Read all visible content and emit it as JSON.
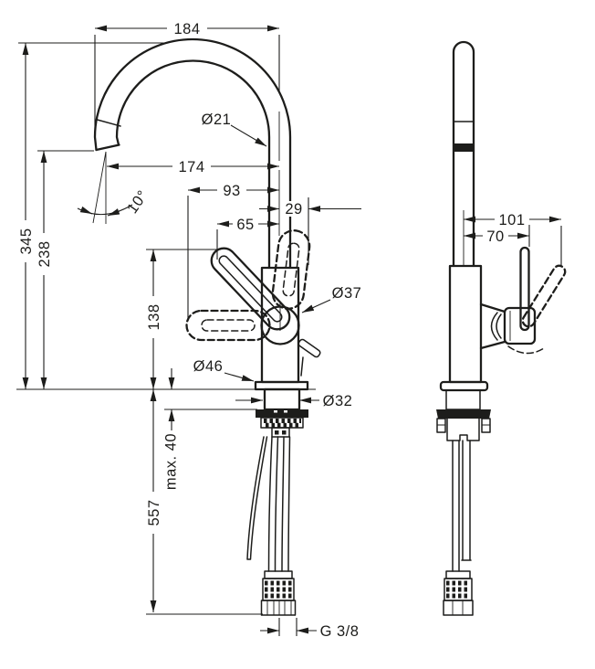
{
  "dimensions": {
    "top_width": "184",
    "spout_reach": "174",
    "handle_swivel_reach": "93",
    "center_offset": "29",
    "handle_reach": "65",
    "overall_height": "345",
    "spout_height": "238",
    "handle_height": "138",
    "spout_pipe_diameter": "Ø21",
    "handle_body_diameter": "Ø37",
    "base_flange_diameter": "Ø46",
    "shank_diameter": "Ø32",
    "max_mounting_thickness": "max. 40",
    "hose_length": "557",
    "thread_size": "G 3/8",
    "spout_angle": "10°",
    "side_total_depth": "101",
    "side_lever_depth": "70"
  }
}
